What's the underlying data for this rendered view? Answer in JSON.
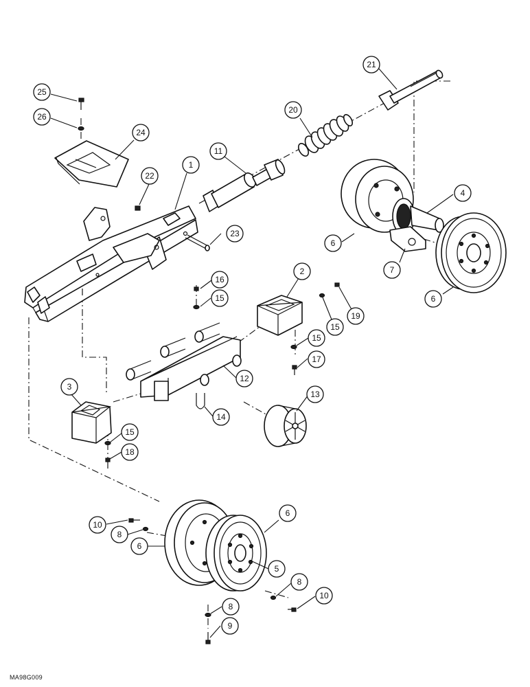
{
  "drawing_code": "MA98G009",
  "callouts": [
    {
      "id": "c1",
      "label": "1"
    },
    {
      "id": "c2",
      "label": "2"
    },
    {
      "id": "c3",
      "label": "3"
    },
    {
      "id": "c4",
      "label": "4"
    },
    {
      "id": "c5",
      "label": "5"
    },
    {
      "id": "c6a",
      "label": "6"
    },
    {
      "id": "c6b",
      "label": "6"
    },
    {
      "id": "c6c",
      "label": "6"
    },
    {
      "id": "c6d",
      "label": "6"
    },
    {
      "id": "c7",
      "label": "7"
    },
    {
      "id": "c8a",
      "label": "8"
    },
    {
      "id": "c8b",
      "label": "8"
    },
    {
      "id": "c8c",
      "label": "8"
    },
    {
      "id": "c9",
      "label": "9"
    },
    {
      "id": "c10a",
      "label": "10"
    },
    {
      "id": "c10b",
      "label": "10"
    },
    {
      "id": "c11",
      "label": "11"
    },
    {
      "id": "c12",
      "label": "12"
    },
    {
      "id": "c13",
      "label": "13"
    },
    {
      "id": "c14",
      "label": "14"
    },
    {
      "id": "c15a",
      "label": "15"
    },
    {
      "id": "c15b",
      "label": "15"
    },
    {
      "id": "c15c",
      "label": "15"
    },
    {
      "id": "c15d",
      "label": "15"
    },
    {
      "id": "c16",
      "label": "16"
    },
    {
      "id": "c17",
      "label": "17"
    },
    {
      "id": "c18",
      "label": "18"
    },
    {
      "id": "c19",
      "label": "19"
    },
    {
      "id": "c20",
      "label": "20"
    },
    {
      "id": "c21",
      "label": "21"
    },
    {
      "id": "c22",
      "label": "22"
    },
    {
      "id": "c23",
      "label": "23"
    },
    {
      "id": "c24",
      "label": "24"
    },
    {
      "id": "c25",
      "label": "25"
    },
    {
      "id": "c26",
      "label": "26"
    }
  ]
}
